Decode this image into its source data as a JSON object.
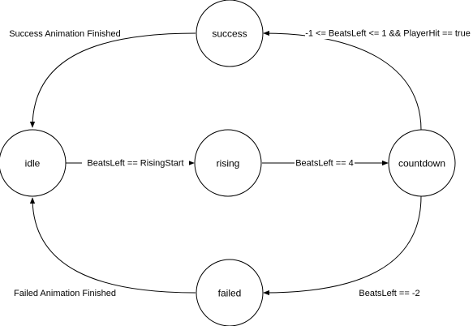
{
  "diagram": {
    "states": {
      "success": "success",
      "idle": "idle",
      "rising": "rising",
      "countdown": "countdown",
      "failed": "failed"
    },
    "transitions": {
      "success_to_idle": "Success Animation Finished",
      "idle_to_rising": "BeatsLeft == RisingStart",
      "rising_to_countdown": "BeatsLeft == 4",
      "countdown_to_success": "-1 <= BeatsLeft <= 1 && PlayerHit == true",
      "countdown_to_failed": "BeatsLeft == -2",
      "failed_to_idle": "Failed Animation Finished"
    }
  }
}
